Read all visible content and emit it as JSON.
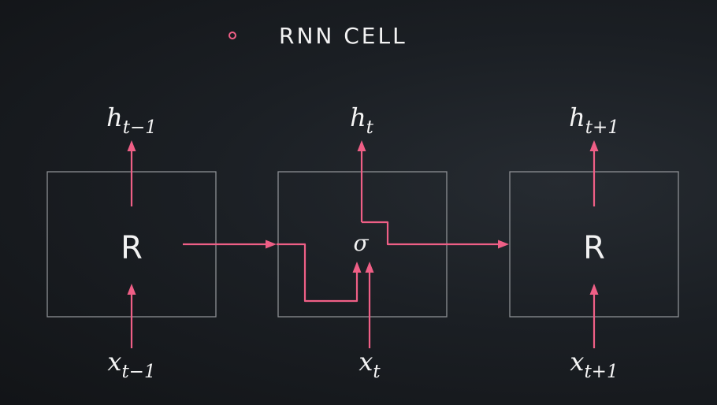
{
  "header": {
    "title": "RNN CELL",
    "bullet_icon": "circle-bullet-icon"
  },
  "colors": {
    "accent": "#ef5f86",
    "box_stroke": "#8c8f93",
    "text": "#f2f2f2"
  },
  "cells": [
    {
      "label": "R",
      "output": {
        "var": "h",
        "sub": "t−1"
      },
      "input": {
        "var": "x",
        "sub": "t−1"
      }
    },
    {
      "label": "σ",
      "output": {
        "var": "h",
        "sub": "t"
      },
      "input": {
        "var": "x",
        "sub": "t"
      }
    },
    {
      "label": "R",
      "output": {
        "var": "h",
        "sub": "t+1"
      },
      "input": {
        "var": "x",
        "sub": "t+1"
      }
    }
  ]
}
